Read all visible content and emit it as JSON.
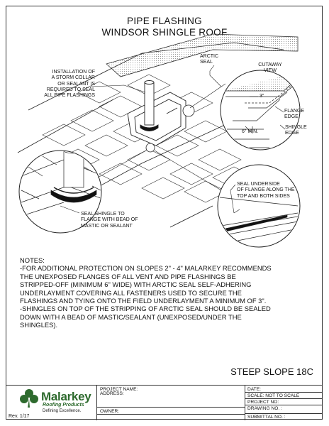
{
  "title": {
    "line1": "PIPE FLASHING",
    "line2": "WINDSOR SHINGLE ROOF"
  },
  "callouts": {
    "storm_collar": [
      "INSTALLATION OF",
      "A STORM COLLAR",
      "OR SEALANT IS",
      "REQUIRED TO SEAL",
      "ALL PIPE FLASHINGS"
    ],
    "arctic_seal": [
      "ARCTIC",
      "SEAL"
    ],
    "cutaway_view": [
      "CUTAWAY",
      "VIEW"
    ],
    "three_inch": "3\"",
    "flange_edge": [
      "FLANGE",
      "EDGE"
    ],
    "six_min": "6\" MIN.",
    "shingle_edge": [
      "SHINGLE",
      "EDGE"
    ],
    "seal_underside": [
      "SEAL UNDERSIDE",
      "OF FLANGE ALONG THE",
      "TOP AND BOTH SIDES"
    ],
    "seal_shingle": [
      "SEAL SHINGLE TO",
      "FLANGE WITH BEAD OF",
      "MASTIC OR SEALANT"
    ]
  },
  "notes": [
    "NOTES:",
    "-FOR ADDITIONAL PROTECTION ON SLOPES 2\" - 4\" MALARKEY RECOMMENDS",
    "THE UNEXPOSED FLANGES OF ALL VENT AND PIPE FLASHINGS BE",
    "STRIPPED-OFF (MINIMUM 6\" WIDE) WITH ARCTIC SEAL SELF-ADHERING",
    "UNDERLAYMENT COVERING ALL FASTENERS USED TO SECURE THE",
    "FLASHINGS AND TYING ONTO THE FIELD UNDERLAYMENT A MINIMUM OF 3\".",
    "-SHINGLES ON TOP OF THE STRIPPING OF ARCTIC SEAL SHOULD BE SEALED",
    "DOWN WITH A BEAD OF MASTIC/SEALANT (UNEXPOSED/UNDER THE",
    "SHINGLES)."
  ],
  "sheet_label": "STEEP SLOPE 18C",
  "title_block": {
    "project_name": "PROJECT NAME:",
    "address": "ADDRESS:",
    "owner": "OWNER:",
    "date": "DATE:",
    "scale": "SCALE:  NOT TO SCALE",
    "project_no": "PROJECT NO:",
    "drawing_no": "DRAWING NO. :",
    "submittal_no": "SUBMITTAL NO. :",
    "rev": "Rev. 1/17"
  },
  "logo": {
    "name": "Malarkey",
    "sub": "Roofing Products",
    "tagline": "Defining Excellence.",
    "icon": "shamrock-icon",
    "color": "#2d6a2d"
  }
}
